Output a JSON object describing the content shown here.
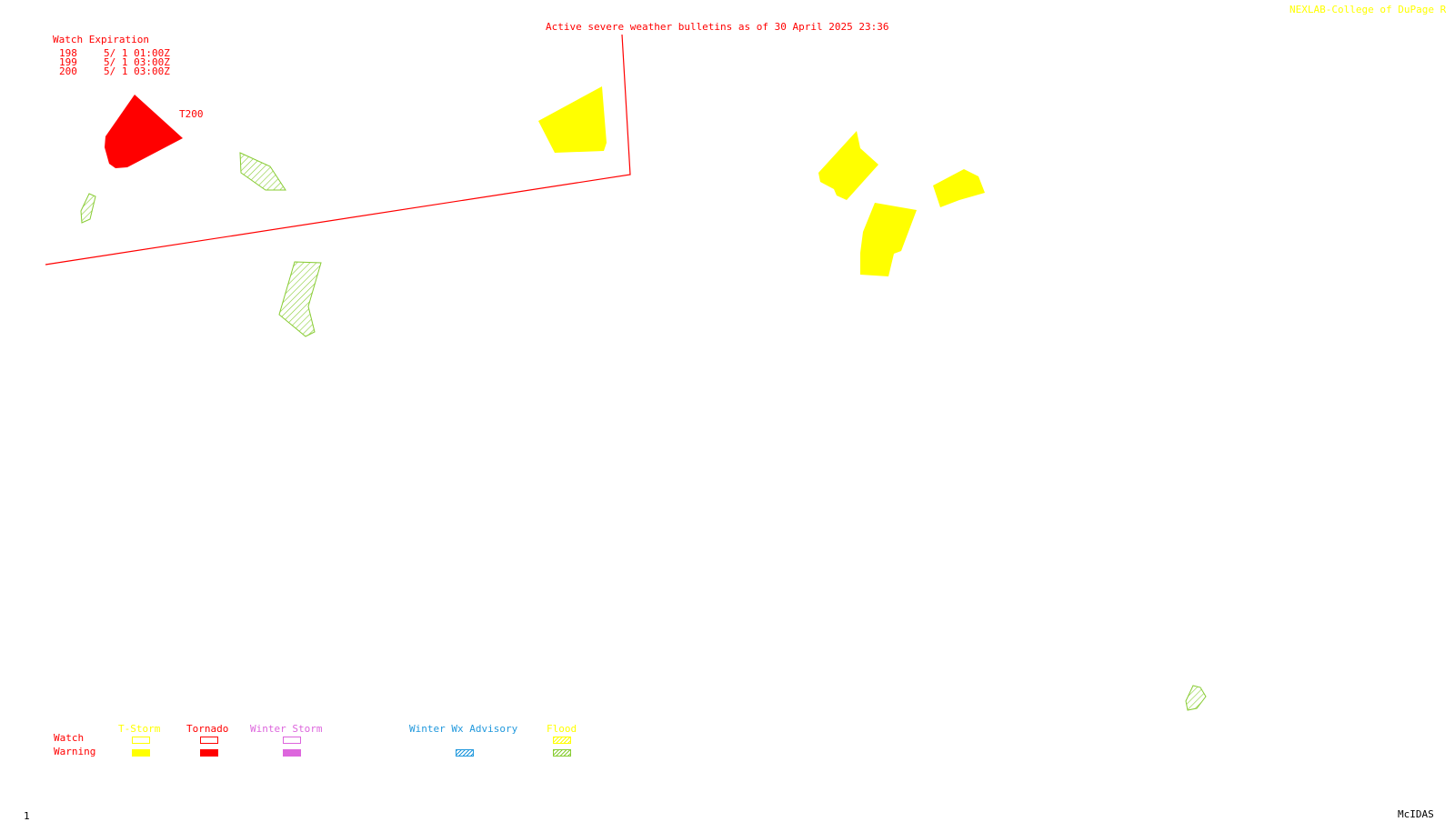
{
  "header": {
    "bulletin_title": "Active severe weather bulletins as of 30 April 2025 23:36",
    "source": "NEXLAB-College of DuPage R"
  },
  "watch_expiration": {
    "title": "Watch Expiration",
    "rows": [
      {
        "id": "198",
        "expires": "5/ 1 01:00Z"
      },
      {
        "id": "199",
        "expires": "5/ 1 03:00Z"
      },
      {
        "id": "200",
        "expires": "5/ 1 03:00Z"
      }
    ]
  },
  "map": {
    "tornado_watch_label": "T200"
  },
  "legend": {
    "row_watch": "Watch",
    "row_warning": "Warning",
    "categories": [
      {
        "name": "T-Storm",
        "color": "#ffff00",
        "watch_style": "outline",
        "warning_style": "solid"
      },
      {
        "name": "Tornado",
        "color": "#ff0000",
        "watch_style": "outline",
        "warning_style": "solid"
      },
      {
        "name": "Winter Storm",
        "color": "#dd66dd",
        "watch_style": "outline",
        "warning_style": "solid"
      },
      {
        "name": "Winter Wx Advisory",
        "color": "#2299dd",
        "watch_style": "none",
        "warning_style": "hatched"
      },
      {
        "name": "Flood",
        "color": "#88cc33",
        "watch_style": "hatched",
        "warning_style": "hatched"
      }
    ]
  },
  "footer": {
    "frame_number": "1",
    "software": "McIDAS"
  },
  "colors": {
    "tornado": "#ff0000",
    "tstorm": "#ffff00",
    "flood": "#88cc33",
    "winter_storm": "#dd66dd",
    "winter_wx_advisory": "#2299dd",
    "text_dark": "#000000"
  }
}
